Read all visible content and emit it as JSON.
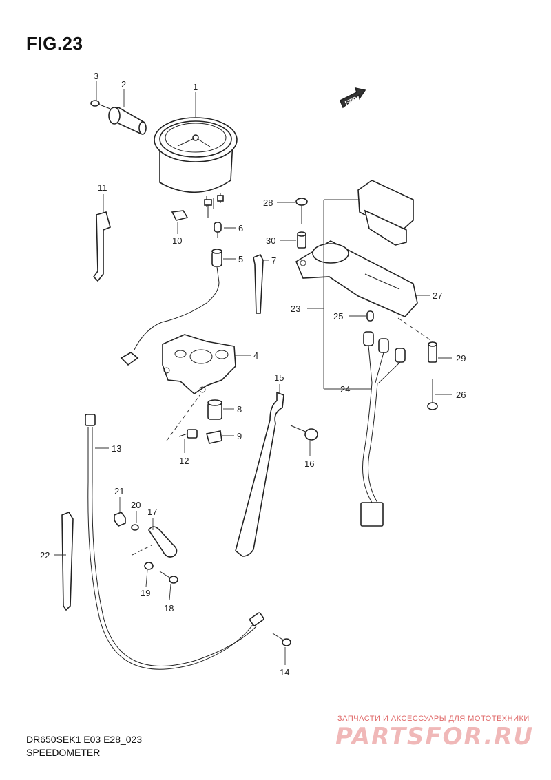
{
  "figure": {
    "title": "FIG.23"
  },
  "fwd_badge": "FWD",
  "callouts": [
    "1",
    "2",
    "3",
    "4",
    "5",
    "6",
    "7",
    "8",
    "9",
    "10",
    "11",
    "12",
    "13",
    "14",
    "15",
    "16",
    "17",
    "18",
    "19",
    "20",
    "21",
    "22",
    "23",
    "24",
    "25",
    "26",
    "27",
    "28",
    "29",
    "30"
  ],
  "footer": {
    "model": "DR650SEK1 E03 E28_023",
    "title": "SPEEDOMETER"
  },
  "watermark": {
    "caption": "ЗАПЧАСТИ И АКСЕССУАРЫ ДЛЯ МОТОТЕХНИКИ",
    "logo": "PARTSFOR.RU"
  }
}
